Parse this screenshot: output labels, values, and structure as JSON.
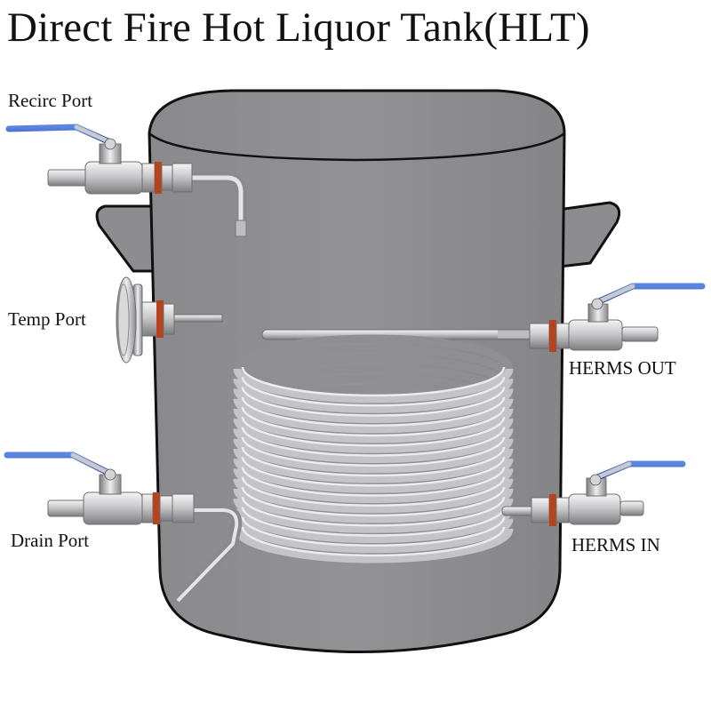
{
  "title": "Direct Fire Hot Liquor Tank(HLT)",
  "labels": {
    "recirc_port": "Recirc Port",
    "temp_port": "Temp Port",
    "drain_port": "Drain Port",
    "herms_out": "HERMS OUT",
    "herms_in": "HERMS IN"
  },
  "colors": {
    "tank_fill": "#8c8c8e",
    "tank_outline": "#111111",
    "valve_handle": "#2f5cc4",
    "steel": "#c9c9cb",
    "gasket": "#b5431f"
  }
}
